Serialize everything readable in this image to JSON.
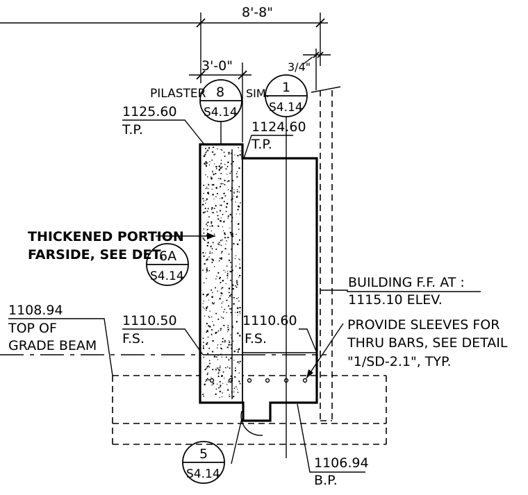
{
  "dimensions": {
    "overall_width": "8'-8\"",
    "pilaster_width": "3'-0\"",
    "gap": "3/4\""
  },
  "callouts": {
    "pilaster": {
      "prefix": "PILASTER",
      "number": "8",
      "sheet": "S4.14"
    },
    "similar": {
      "prefix": "SIM.",
      "number": "1",
      "sheet": "S4.14"
    },
    "thickened": {
      "number": "6A",
      "sheet": "S4.14"
    },
    "bottom": {
      "number": "5",
      "sheet": "S4.14"
    }
  },
  "notes": {
    "thickened_line1": "THICKENED PORTION",
    "thickened_line2": "FARSIDE, SEE DET.",
    "building_ff_line1": "BUILDING F.F. AT :",
    "building_ff_line2": "1115.10 ELEV.",
    "sleeves_line1": "PROVIDE SLEEVES FOR",
    "sleeves_line2": "THRU BARS, SEE DETAIL",
    "sleeves_line3": "\"1/SD-2.1\", TYP."
  },
  "elevations": {
    "tp_pilaster": {
      "value": "1125.60",
      "label": "T.P."
    },
    "tp_wall": {
      "value": "1124.60",
      "label": "T.P."
    },
    "grade_beam": {
      "value": "1108.94",
      "line2": "TOP OF",
      "line3": "GRADE BEAM"
    },
    "fs_left": {
      "value": "1110.50",
      "label": "F.S."
    },
    "fs_right": {
      "value": "1110.60",
      "label": "F.S."
    },
    "bp": {
      "value": "1106.94",
      "label": "B.P."
    }
  }
}
